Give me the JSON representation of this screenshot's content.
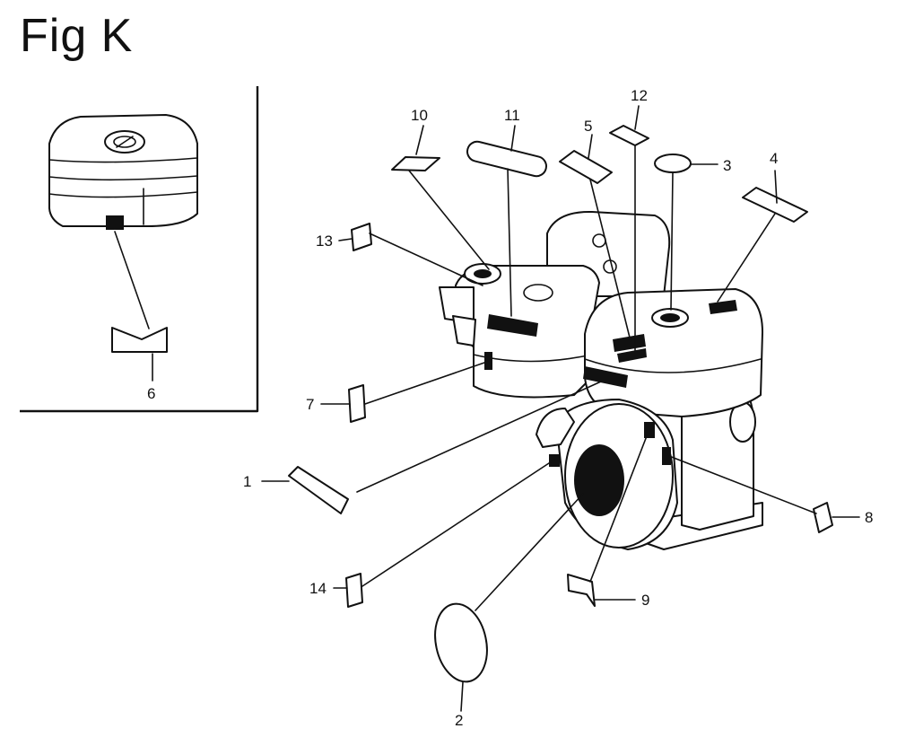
{
  "figure": {
    "title": "Fig K",
    "callouts": [
      {
        "id": "1",
        "label": "1"
      },
      {
        "id": "2",
        "label": "2"
      },
      {
        "id": "3",
        "label": "3"
      },
      {
        "id": "4",
        "label": "4"
      },
      {
        "id": "5",
        "label": "5"
      },
      {
        "id": "6",
        "label": "6"
      },
      {
        "id": "7",
        "label": "7"
      },
      {
        "id": "8",
        "label": "8"
      },
      {
        "id": "9",
        "label": "9"
      },
      {
        "id": "10",
        "label": "10"
      },
      {
        "id": "11",
        "label": "11"
      },
      {
        "id": "12",
        "label": "12"
      },
      {
        "id": "13",
        "label": "13"
      },
      {
        "id": "14",
        "label": "14"
      }
    ]
  }
}
